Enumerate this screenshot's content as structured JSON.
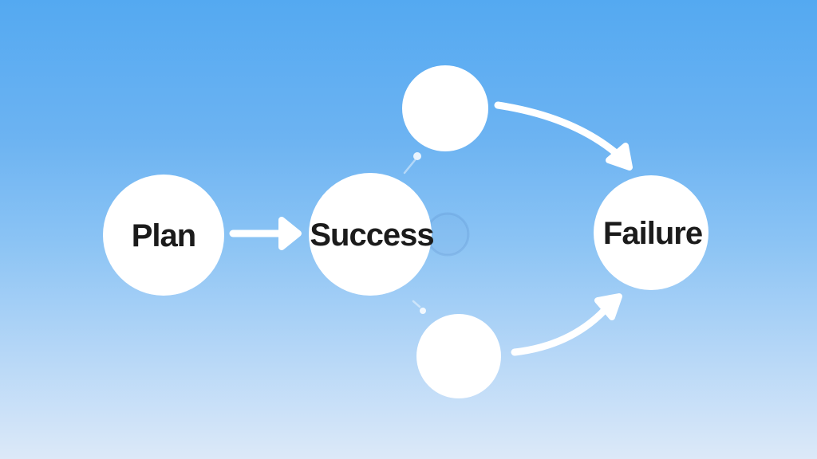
{
  "diagram": {
    "type": "flowchart",
    "nodes": [
      {
        "id": "plan",
        "label": "Plan"
      },
      {
        "id": "success",
        "label": "Success"
      },
      {
        "id": "failure",
        "label": "Failure"
      },
      {
        "id": "top-unlabeled",
        "label": ""
      },
      {
        "id": "bottom-unlabeled",
        "label": ""
      }
    ],
    "edges": [
      {
        "id": "plan-to-success",
        "from": "plan",
        "to": "success",
        "style": "straight"
      },
      {
        "id": "top-to-failure",
        "from": "top-unlabeled",
        "to": "failure",
        "style": "curved-down"
      },
      {
        "id": "bottom-to-failure",
        "from": "bottom-unlabeled",
        "to": "failure",
        "style": "curved-up"
      }
    ],
    "colors": {
      "background_top": "#54a9f1",
      "background_mid": "#8ac3f4",
      "background_bottom": "#dce9f8",
      "node_fill": "#ffffff",
      "arrow_color": "#ffffff",
      "text_color": "#1b1b1b"
    }
  }
}
